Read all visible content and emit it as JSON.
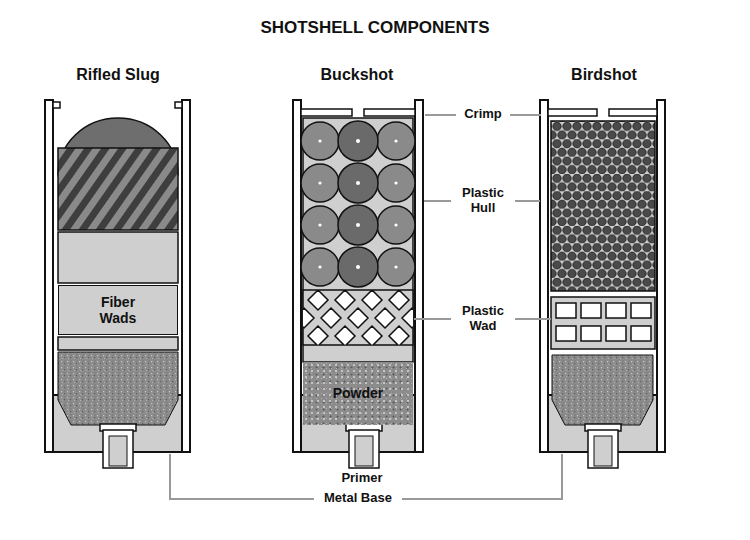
{
  "diagram": {
    "title": "SHOTSHELL COMPONENTS",
    "nodes": [
      {
        "text": [
          "Fiber Wads"
        ]
      },
      {
        "text": [
          "Powder"
        ]
      }
    ],
    "labels": [
      "Rifled Slug",
      "Buckshot",
      "Birdshot",
      "Crimp",
      "Plastic Hull",
      "Plastic Wad",
      "Primer",
      "Metal Base"
    ]
  }
}
